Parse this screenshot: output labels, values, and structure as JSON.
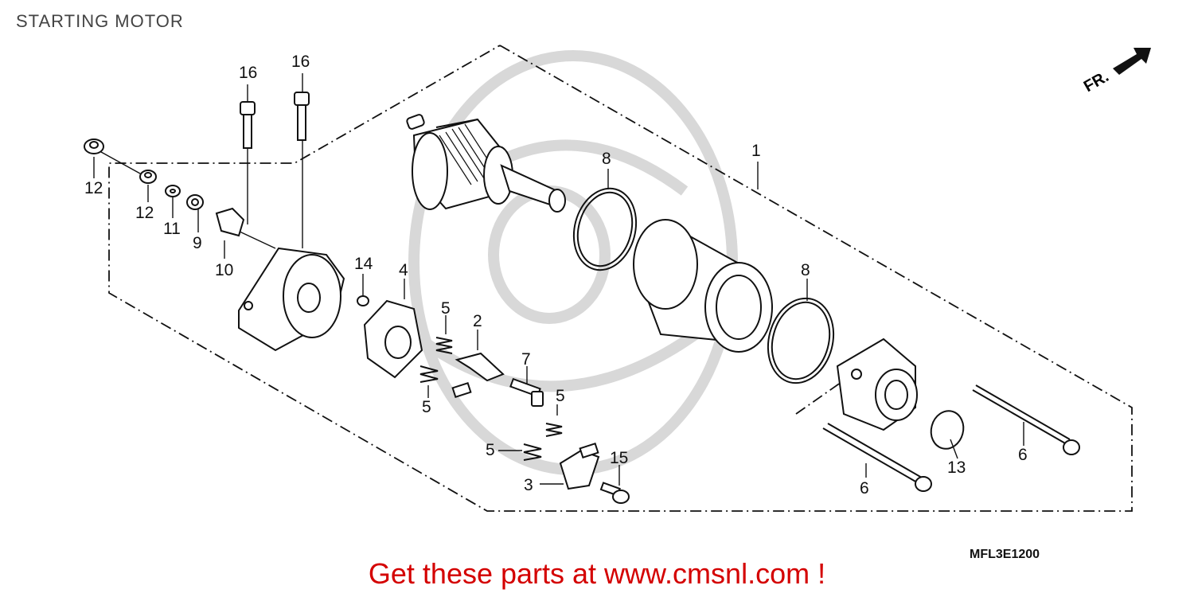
{
  "page": {
    "title": "STARTING MOTOR",
    "drawing_code": "MFL3E1200",
    "footer_text": "Get these parts at www.cmsnl.com !",
    "direction_label": "FR."
  },
  "callouts": [
    {
      "id": "c1",
      "number": "1"
    },
    {
      "id": "c2",
      "number": "2"
    },
    {
      "id": "c3",
      "number": "3"
    },
    {
      "id": "c4",
      "number": "4"
    },
    {
      "id": "c5a",
      "number": "5"
    },
    {
      "id": "c5b",
      "number": "5"
    },
    {
      "id": "c5c",
      "number": "5"
    },
    {
      "id": "c5d",
      "number": "5"
    },
    {
      "id": "c6a",
      "number": "6"
    },
    {
      "id": "c6b",
      "number": "6"
    },
    {
      "id": "c7",
      "number": "7"
    },
    {
      "id": "c8a",
      "number": "8"
    },
    {
      "id": "c8b",
      "number": "8"
    },
    {
      "id": "c9",
      "number": "9"
    },
    {
      "id": "c10",
      "number": "10"
    },
    {
      "id": "c11",
      "number": "11"
    },
    {
      "id": "c12a",
      "number": "12"
    },
    {
      "id": "c12b",
      "number": "12"
    },
    {
      "id": "c13",
      "number": "13"
    },
    {
      "id": "c14",
      "number": "14"
    },
    {
      "id": "c15",
      "number": "15"
    },
    {
      "id": "c16a",
      "number": "16"
    },
    {
      "id": "c16b",
      "number": "16"
    }
  ],
  "colors": {
    "line": "#111111",
    "footer": "#d40000",
    "watermark": "#d8d8d8"
  }
}
